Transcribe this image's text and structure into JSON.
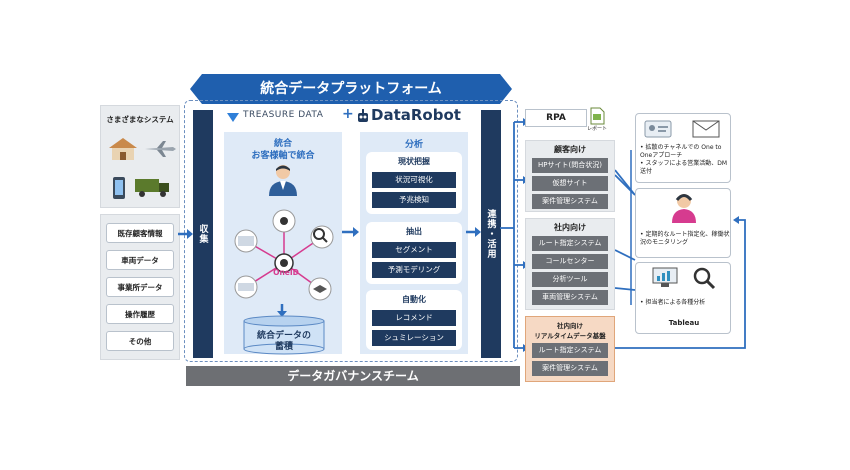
{
  "platform": {
    "title": "統合データプラットフォーム",
    "governance": "データガバナンスチーム",
    "collect_label": "収集",
    "use_label": "連携・活用",
    "treasure_data": "TREASURE DATA",
    "plus": "+",
    "datarobot": "DataRobot"
  },
  "left": {
    "systems_title": "さまざまなシステム",
    "data_items": [
      "既存顧客情報",
      "車両データ",
      "事業所データ",
      "操作履歴",
      "その他"
    ]
  },
  "integration": {
    "title_line1": "統合",
    "title_line2": "お客様軸で統合",
    "oneid": "OneID",
    "store_line1": "統合データの",
    "store_line2": "蓄積"
  },
  "analysis": {
    "title": "分析",
    "groups": [
      {
        "title": "現状把握",
        "items": [
          "状況可視化",
          "予兆検知"
        ]
      },
      {
        "title": "抽出",
        "items": [
          "セグメント",
          "予測モデリング"
        ]
      },
      {
        "title": "自動化",
        "items": [
          "レコメンド",
          "シュミレーション"
        ]
      }
    ]
  },
  "outputs": {
    "rpa": "RPA",
    "report": "レポート",
    "customer": {
      "title": "顧客向け",
      "items": [
        "HPサイト(問合状況)",
        "仮想サイト",
        "案件管理システム"
      ]
    },
    "internal": {
      "title": "社内向け",
      "items": [
        "ルート指定システム",
        "コールセンター",
        "分析ツール",
        "車両管理システム"
      ]
    },
    "realtime": {
      "title_line1": "社内向け",
      "title_line2": "リアルタイムデータ基盤",
      "items": [
        "ルート指定システム",
        "案件管理システム"
      ]
    }
  },
  "right": {
    "box1_bullets": [
      "拡散のチャネルでの One to Oneアプローチ",
      "スタッフによる営業活動、DM送付"
    ],
    "box2_bullets": [
      "定期的なルート指定化、稼働状況のモニタリング"
    ],
    "box3_bullets": [
      "担当者による各種分析"
    ],
    "tableau": "Tableau"
  },
  "colors": {
    "navy": "#1f3a5f",
    "accent_blue": "#2f6fbf",
    "light_blue": "#dfeaf7",
    "orange_bg": "#f6d9c4"
  }
}
